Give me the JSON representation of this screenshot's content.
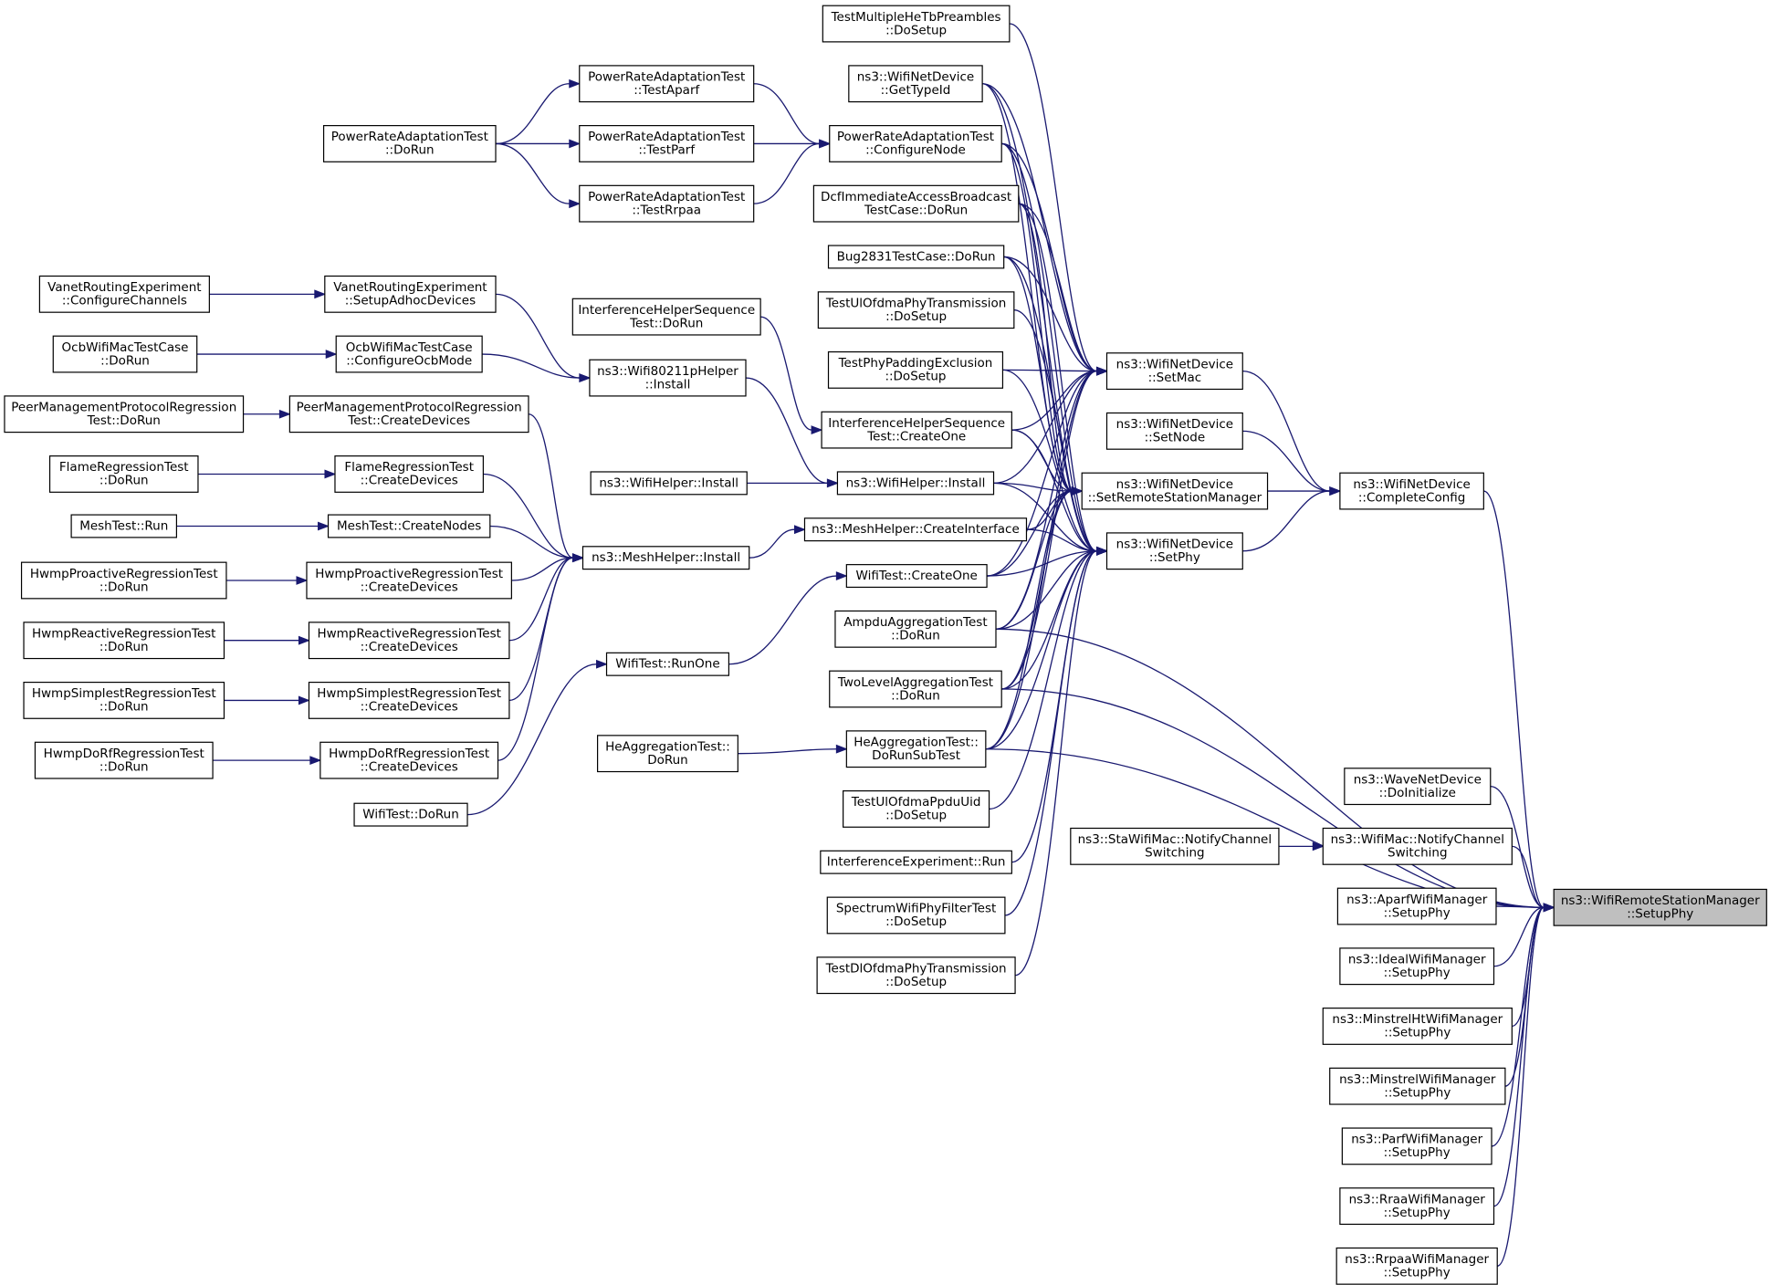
{
  "diagram": {
    "title": "",
    "colors": {
      "edge": "#191970",
      "node_border": "#000000",
      "focus_fill": "#bfbfbf",
      "node_fill": "#ffffff"
    },
    "nodes": [
      {
        "id": "focus",
        "lines": [
          "ns3::WifiRemoteStationManager",
          "::SetupPhy"
        ]
      },
      {
        "id": "completeConfig",
        "lines": [
          "ns3::WifiNetDevice",
          "::CompleteConfig"
        ]
      },
      {
        "id": "setMac",
        "lines": [
          "ns3::WifiNetDevice",
          "::SetMac"
        ]
      },
      {
        "id": "setNode",
        "lines": [
          "ns3::WifiNetDevice",
          "::SetNode"
        ]
      },
      {
        "id": "setRSM",
        "lines": [
          "ns3::WifiNetDevice",
          "::SetRemoteStationManager"
        ]
      },
      {
        "id": "setPhy",
        "lines": [
          "ns3::WifiNetDevice",
          "::SetPhy"
        ]
      },
      {
        "id": "testMultipleHeTb",
        "lines": [
          "TestMultipleHeTbPreambles",
          "::DoSetup"
        ]
      },
      {
        "id": "getTypeId",
        "lines": [
          "ns3::WifiNetDevice",
          "::GetTypeId"
        ]
      },
      {
        "id": "praConfigureNode",
        "lines": [
          "PowerRateAdaptationTest",
          "::ConfigureNode"
        ]
      },
      {
        "id": "dcfImmediate",
        "lines": [
          "DcfImmediateAccessBroadcast",
          "TestCase::DoRun"
        ]
      },
      {
        "id": "bug2831",
        "lines": [
          "Bug2831TestCase::DoRun"
        ]
      },
      {
        "id": "testUlOfdmaTx",
        "lines": [
          "TestUlOfdmaPhyTransmission",
          "::DoSetup"
        ]
      },
      {
        "id": "testPhyPadding",
        "lines": [
          "TestPhyPaddingExclusion",
          "::DoSetup"
        ]
      },
      {
        "id": "ihsCreateOne",
        "lines": [
          "InterferenceHelperSequence",
          "Test::CreateOne"
        ]
      },
      {
        "id": "wifiHelperInstall2",
        "lines": [
          "ns3::WifiHelper::Install"
        ]
      },
      {
        "id": "meshCreateInterface",
        "lines": [
          "ns3::MeshHelper::CreateInterface"
        ]
      },
      {
        "id": "wifiTestCreateOne",
        "lines": [
          "WifiTest::CreateOne"
        ]
      },
      {
        "id": "ampduAgg",
        "lines": [
          "AmpduAggregationTest",
          "::DoRun"
        ]
      },
      {
        "id": "twoLevelAgg",
        "lines": [
          "TwoLevelAggregationTest",
          "::DoRun"
        ]
      },
      {
        "id": "heAggSub",
        "lines": [
          "HeAggregationTest::",
          "DoRunSubTest"
        ]
      },
      {
        "id": "testUlOfdmaPpdu",
        "lines": [
          "TestUlOfdmaPpduUid",
          "::DoSetup"
        ]
      },
      {
        "id": "interferenceExp",
        "lines": [
          "InterferenceExperiment::Run"
        ]
      },
      {
        "id": "spectrumFilter",
        "lines": [
          "SpectrumWifiPhyFilterTest",
          "::DoSetup"
        ]
      },
      {
        "id": "testDlOfdma",
        "lines": [
          "TestDlOfdmaPhyTransmission",
          "::DoSetup"
        ]
      },
      {
        "id": "praTestAparf",
        "lines": [
          "PowerRateAdaptationTest",
          "::TestAparf"
        ]
      },
      {
        "id": "praTestParf",
        "lines": [
          "PowerRateAdaptationTest",
          "::TestParf"
        ]
      },
      {
        "id": "praTestRrpaa",
        "lines": [
          "PowerRateAdaptationTest",
          "::TestRrpaa"
        ]
      },
      {
        "id": "praDoRun",
        "lines": [
          "PowerRateAdaptationTest",
          "::DoRun"
        ]
      },
      {
        "id": "ihsDoRun",
        "lines": [
          "InterferenceHelperSequence",
          "Test::DoRun"
        ]
      },
      {
        "id": "wifi80211p",
        "lines": [
          "ns3::Wifi80211pHelper",
          "::Install"
        ]
      },
      {
        "id": "wifiHelperInstall1",
        "lines": [
          "ns3::WifiHelper::Install"
        ]
      },
      {
        "id": "meshInstall",
        "lines": [
          "ns3::MeshHelper::Install"
        ]
      },
      {
        "id": "wifiTestRunOne",
        "lines": [
          "WifiTest::RunOne"
        ]
      },
      {
        "id": "heAggDoRun",
        "lines": [
          "HeAggregationTest::",
          "DoRun"
        ]
      },
      {
        "id": "wifiTestDoRun",
        "lines": [
          "WifiTest::DoRun"
        ]
      },
      {
        "id": "vreSetupAdhoc",
        "lines": [
          "VanetRoutingExperiment",
          "::SetupAdhocDevices"
        ]
      },
      {
        "id": "vreConfigChannels",
        "lines": [
          "VanetRoutingExperiment",
          "::ConfigureChannels"
        ]
      },
      {
        "id": "ocbConfigure",
        "lines": [
          "OcbWifiMacTestCase",
          "::ConfigureOcbMode"
        ]
      },
      {
        "id": "ocbDoRun",
        "lines": [
          "OcbWifiMacTestCase",
          "::DoRun"
        ]
      },
      {
        "id": "pmprCreate",
        "lines": [
          "PeerManagementProtocolRegression",
          "Test::CreateDevices"
        ]
      },
      {
        "id": "pmprDoRun",
        "lines": [
          "PeerManagementProtocolRegression",
          "Test::DoRun"
        ]
      },
      {
        "id": "flameCreate",
        "lines": [
          "FlameRegressionTest",
          "::CreateDevices"
        ]
      },
      {
        "id": "flameDoRun",
        "lines": [
          "FlameRegressionTest",
          "::DoRun"
        ]
      },
      {
        "id": "meshCreateNodes",
        "lines": [
          "MeshTest::CreateNodes"
        ]
      },
      {
        "id": "meshRun",
        "lines": [
          "MeshTest::Run"
        ]
      },
      {
        "id": "hpCreate",
        "lines": [
          "HwmpProactiveRegressionTest",
          "::CreateDevices"
        ]
      },
      {
        "id": "hpDoRun",
        "lines": [
          "HwmpProactiveRegressionTest",
          "::DoRun"
        ]
      },
      {
        "id": "hrCreate",
        "lines": [
          "HwmpReactiveRegressionTest",
          "::CreateDevices"
        ]
      },
      {
        "id": "hrDoRun",
        "lines": [
          "HwmpReactiveRegressionTest",
          "::DoRun"
        ]
      },
      {
        "id": "hsCreate",
        "lines": [
          "HwmpSimplestRegressionTest",
          "::CreateDevices"
        ]
      },
      {
        "id": "hsDoRun",
        "lines": [
          "HwmpSimplestRegressionTest",
          "::DoRun"
        ]
      },
      {
        "id": "hdCreate",
        "lines": [
          "HwmpDoRfRegressionTest",
          "::CreateDevices"
        ]
      },
      {
        "id": "hdDoRun",
        "lines": [
          "HwmpDoRfRegressionTest",
          "::DoRun"
        ]
      },
      {
        "id": "waveDoInit",
        "lines": [
          "ns3::WaveNetDevice",
          "::DoInitialize"
        ]
      },
      {
        "id": "wifiMacNotify",
        "lines": [
          "ns3::WifiMac::NotifyChannel",
          "Switching"
        ]
      },
      {
        "id": "staMacNotify",
        "lines": [
          "ns3::StaWifiMac::NotifyChannel",
          "Switching"
        ]
      },
      {
        "id": "aparf",
        "lines": [
          "ns3::AparfWifiManager",
          "::SetupPhy"
        ]
      },
      {
        "id": "ideal",
        "lines": [
          "ns3::IdealWifiManager",
          "::SetupPhy"
        ]
      },
      {
        "id": "minstrelHt",
        "lines": [
          "ns3::MinstrelHtWifiManager",
          "::SetupPhy"
        ]
      },
      {
        "id": "minstrel",
        "lines": [
          "ns3::MinstrelWifiManager",
          "::SetupPhy"
        ]
      },
      {
        "id": "parf",
        "lines": [
          "ns3::ParfWifiManager",
          "::SetupPhy"
        ]
      },
      {
        "id": "rraa",
        "lines": [
          "ns3::RraaWifiManager",
          "::SetupPhy"
        ]
      },
      {
        "id": "rrpaa",
        "lines": [
          "ns3::RrpaaWifiManager",
          "::SetupPhy"
        ]
      }
    ]
  }
}
